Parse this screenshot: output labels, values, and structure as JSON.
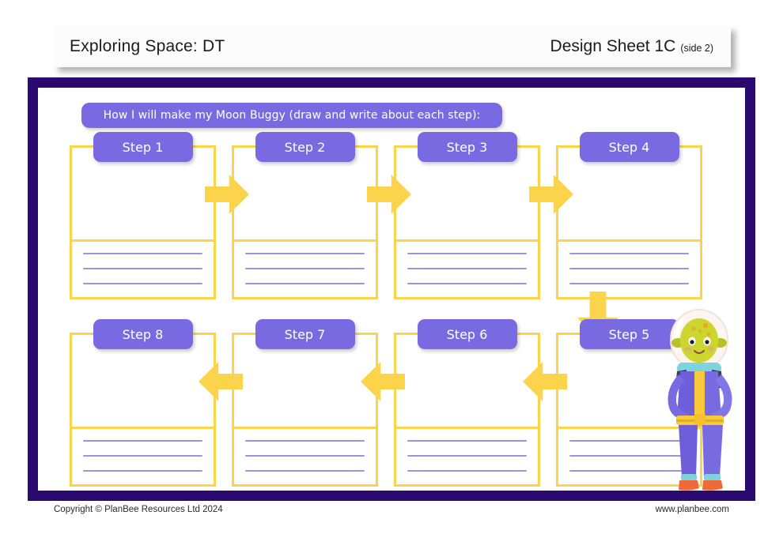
{
  "header": {
    "left_title": "Exploring Space: DT",
    "right_title": "Design Sheet 1C",
    "right_subtitle": "(side 2)"
  },
  "sheet": {
    "banner_text": "How I will make my Moon Buggy (draw and write about each step):",
    "steps": [
      {
        "label": "Step 1",
        "position": "top-row-1",
        "lines": 3
      },
      {
        "label": "Step 2",
        "position": "top-row-2",
        "lines": 3
      },
      {
        "label": "Step 3",
        "position": "top-row-3",
        "lines": 3
      },
      {
        "label": "Step 4",
        "position": "top-row-4",
        "lines": 3
      },
      {
        "label": "Step 5",
        "position": "bottom-row-4",
        "lines": 3
      },
      {
        "label": "Step 6",
        "position": "bottom-row-3",
        "lines": 3
      },
      {
        "label": "Step 7",
        "position": "bottom-row-2",
        "lines": 3
      },
      {
        "label": "Step 8",
        "position": "bottom-row-1",
        "lines": 3
      }
    ],
    "arrows": [
      {
        "name": "arrow-step1-to-step2",
        "direction": "right"
      },
      {
        "name": "arrow-step2-to-step3",
        "direction": "right"
      },
      {
        "name": "arrow-step3-to-step4",
        "direction": "right"
      },
      {
        "name": "arrow-step4-to-step5",
        "direction": "down"
      },
      {
        "name": "arrow-step6-to-step7",
        "direction": "left"
      },
      {
        "name": "arrow-step7-to-step8",
        "direction": "left"
      },
      {
        "name": "arrow-step5-to-step6",
        "direction": "left"
      }
    ]
  },
  "footer": {
    "copyright": "Copyright © PlanBee Resources Ltd 2024",
    "website": "www.planbee.com"
  },
  "colors": {
    "frame": "#2a0a6e",
    "purple": "#7a6ae2",
    "yellow": "#fbd44b",
    "rule": "#9a95d8",
    "paper": "#ffffff",
    "text": "#1b1b1b"
  }
}
